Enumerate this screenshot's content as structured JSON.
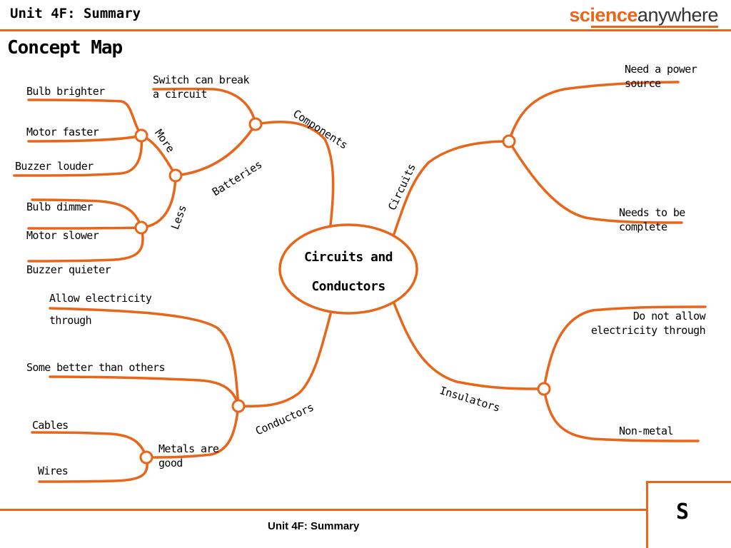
{
  "header": {
    "title": "Unit 4F: Summary",
    "logo_part1": "science",
    "logo_part2": "anywhere"
  },
  "page_title": "Concept Map",
  "center_node": {
    "line1": "Circuits and",
    "line2": "Conductors"
  },
  "branches": {
    "components": "Components",
    "circuits": "Circuits",
    "insulators": "Insulators",
    "conductors": "Conductors",
    "batteries": "Batteries",
    "more": "More",
    "less": "Less"
  },
  "leaves": {
    "switch": "Switch can break a circuit",
    "bulb_brighter": "Bulb brighter",
    "motor_faster": "Motor faster",
    "buzzer_louder": "Buzzer louder",
    "bulb_dimmer": "Bulb dimmer",
    "motor_slower": "Motor slower",
    "buzzer_quieter": "Buzzer quieter",
    "need_power": "Need a power source",
    "needs_complete": "Needs to be complete",
    "do_not_allow": "Do not allow electricity through",
    "non_metal": "Non-metal",
    "allow_line1": "Allow electricity",
    "allow_line2": "through",
    "some_better": "Some better than others",
    "metals_good": "Metals are good",
    "cables": "Cables",
    "wires": "Wires"
  },
  "colors": {
    "accent": "#E8651A",
    "text": "#000000",
    "logo_dark": "#333333"
  },
  "footer": {
    "title": "Unit 4F: Summary",
    "letter": "S"
  }
}
